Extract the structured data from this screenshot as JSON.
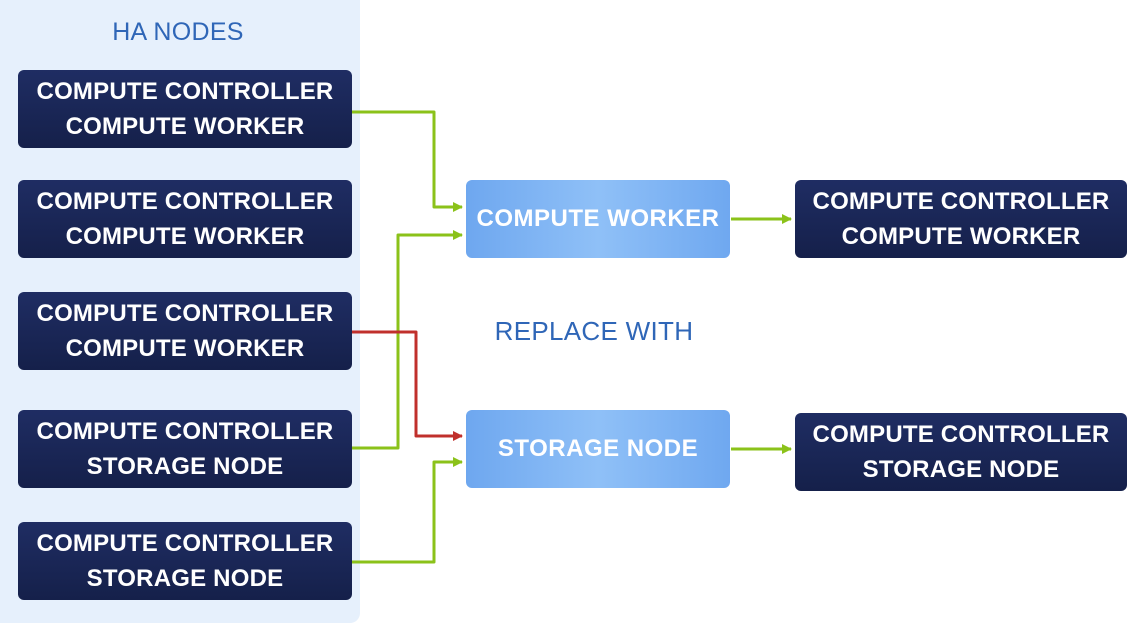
{
  "diagram": {
    "ha_nodes_label": "HA NODES",
    "replace_label": "REPLACE WITH",
    "ha_nodes": [
      {
        "line1": "COMPUTE CONTROLLER",
        "line2": "COMPUTE WORKER"
      },
      {
        "line1": "COMPUTE CONTROLLER",
        "line2": "COMPUTE WORKER"
      },
      {
        "line1": "COMPUTE CONTROLLER",
        "line2": "COMPUTE WORKER"
      },
      {
        "line1": "COMPUTE CONTROLLER",
        "line2": "STORAGE NODE"
      },
      {
        "line1": "COMPUTE CONTROLLER",
        "line2": "STORAGE NODE"
      }
    ],
    "replacement_roles": {
      "compute_worker": "COMPUTE WORKER",
      "storage_node": "STORAGE NODE"
    },
    "results": [
      {
        "line1": "COMPUTE CONTROLLER",
        "line2": "COMPUTE WORKER"
      },
      {
        "line1": "COMPUTE CONTROLLER",
        "line2": "STORAGE NODE"
      }
    ],
    "colors": {
      "link": "#8bc21a",
      "replaced_link": "#c0302c",
      "dark_node": "#1b2757",
      "light_node": "#7fb3f3",
      "panel": "#e6f0fc",
      "label_text": "#2f66b7"
    }
  }
}
